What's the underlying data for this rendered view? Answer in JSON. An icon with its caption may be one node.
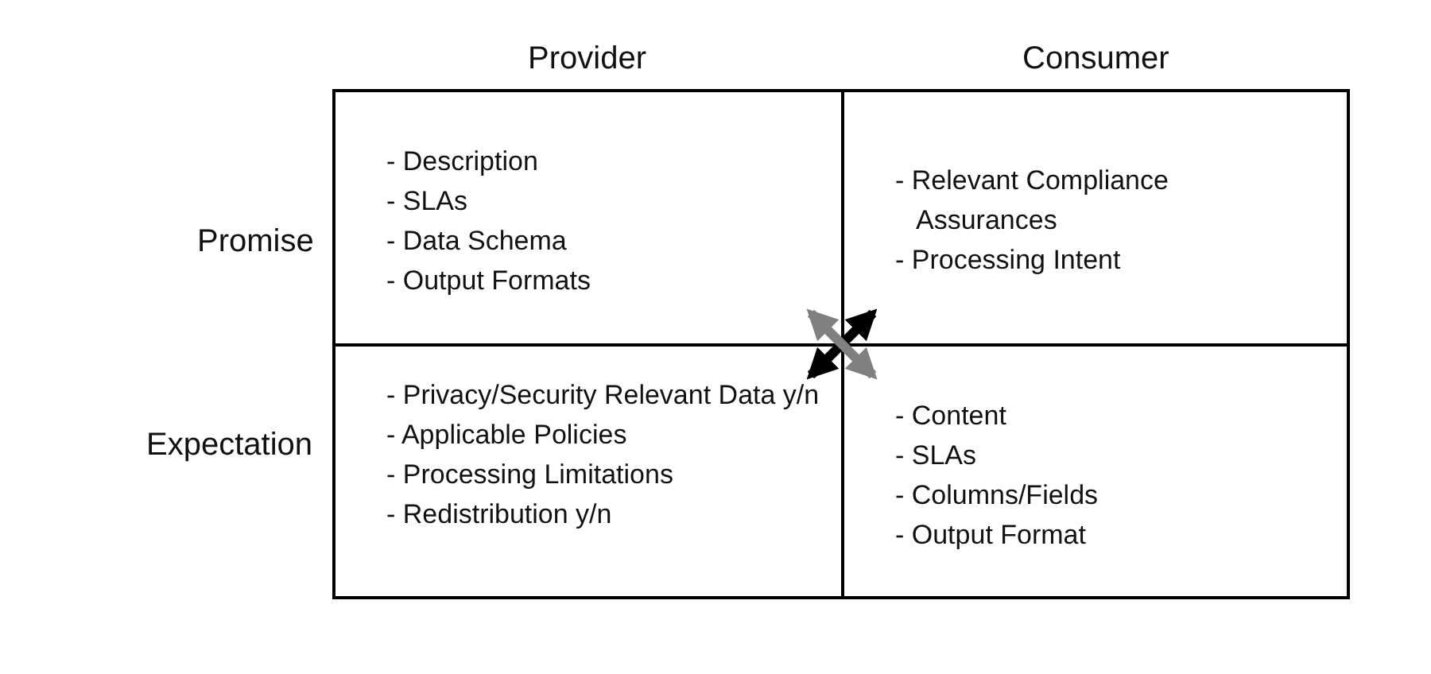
{
  "diagram": {
    "nodes": [
      {
        "text": [
          "- Description",
          "- SLAs",
          "- Data Schema",
          "- Output Formats"
        ]
      },
      {
        "text": [
          "- Relevant Compliance Assurances",
          "- Processing Intent"
        ]
      },
      {
        "text": [
          "- Privacy/Security Relevant Data y/n",
          "- Applicable Policies",
          "- Processing Limitations",
          "- Redistribution y/n"
        ]
      },
      {
        "text": [
          "- Content",
          "- SLAs",
          "- Columns/Fields",
          "- Output Format"
        ]
      }
    ],
    "edges": [
      {
        "from": 1,
        "to": 2,
        "arrow": "both"
      },
      {
        "from": 0,
        "to": 3,
        "arrow": "both",
        "color": "#808080"
      }
    ],
    "labels": [
      "Provider",
      "Consumer",
      "Promise",
      "Expectation"
    ]
  }
}
